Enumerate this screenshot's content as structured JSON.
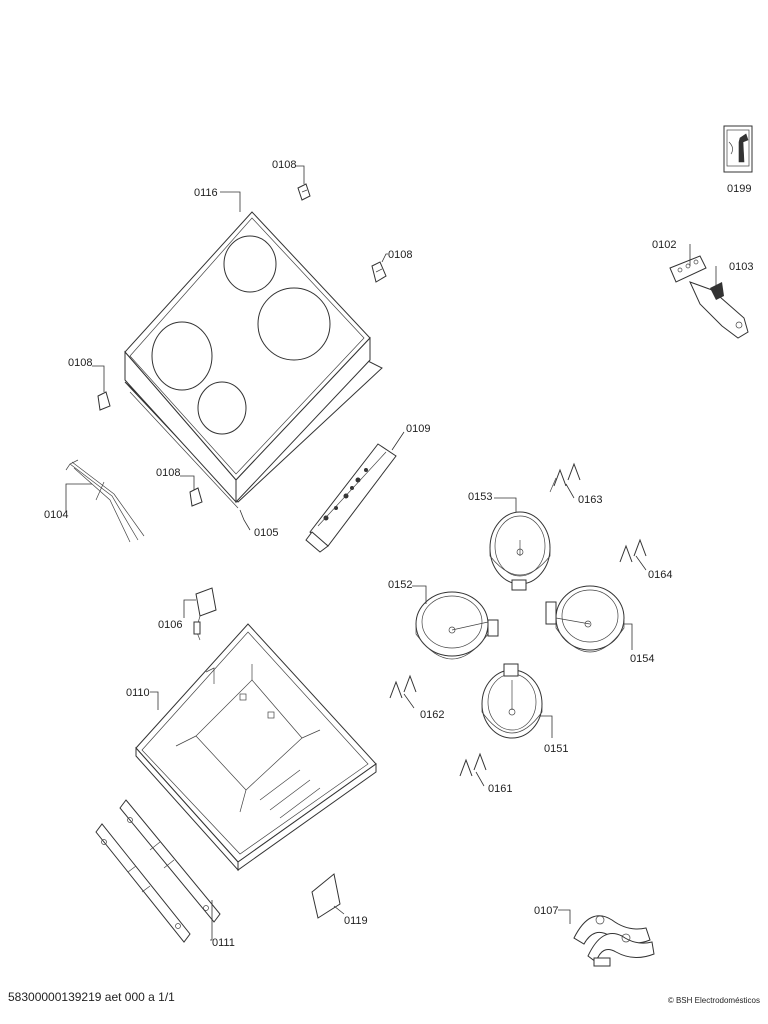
{
  "document": {
    "number": "58300000139219 aet 000 a 1/1",
    "copyright": "© BSH Electrodomésticos"
  },
  "labels": {
    "p0199": "0199",
    "p0102": "0102",
    "p0103": "0103",
    "p0108_a": "0108",
    "p0116": "0116",
    "p0108_b": "0108",
    "p0108_c": "0108",
    "p0108_d": "0108",
    "p0109": "0109",
    "p0104": "0104",
    "p0105": "0105",
    "p0153": "0153",
    "p0163": "0163",
    "p0164": "0164",
    "p0152": "0152",
    "p0154": "0154",
    "p0106": "0106",
    "p0110": "0110",
    "p0162": "0162",
    "p0151": "0151",
    "p0161": "0161",
    "p0107": "0107",
    "p0119": "0119",
    "p0111": "0111"
  }
}
